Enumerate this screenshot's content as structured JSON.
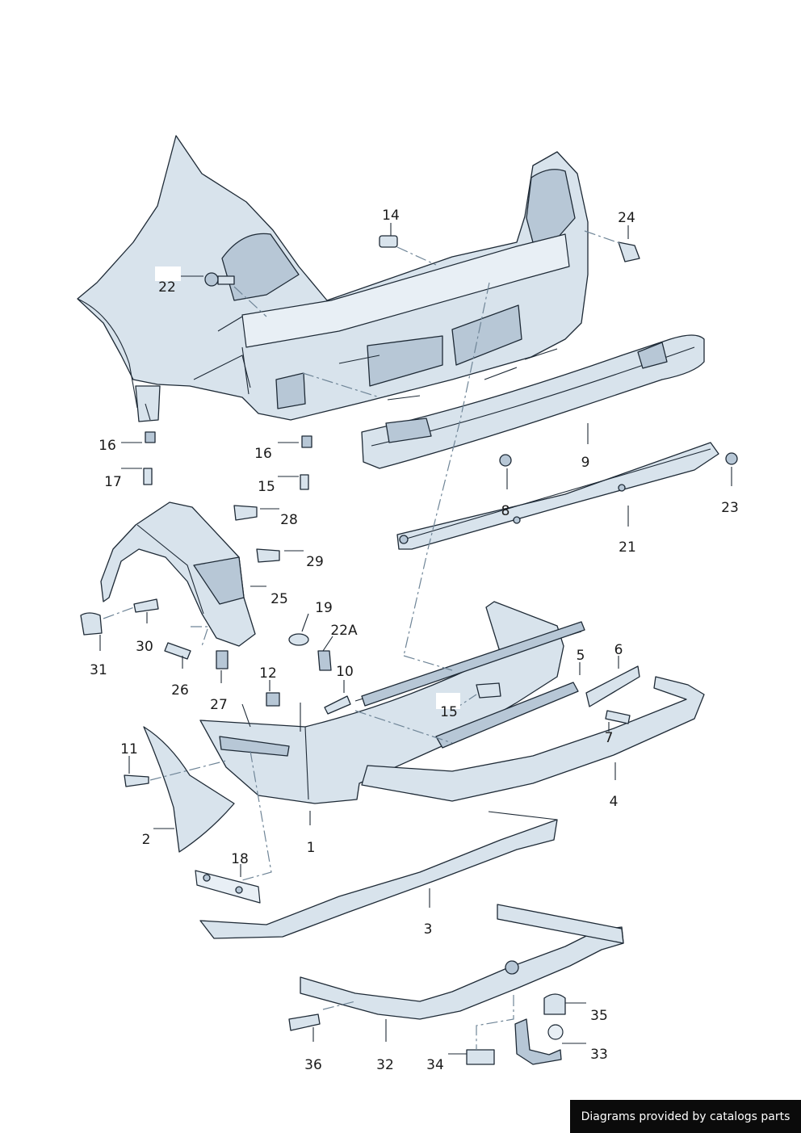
{
  "colors": {
    "part_fill": "#d8e3ec",
    "part_shade": "#b7c7d6",
    "outline": "#1e2a36",
    "footer_bg": "#0b0b0b"
  },
  "footer": {
    "text": "Diagrams provided by catalogs parts"
  },
  "callouts": {
    "c1": "1",
    "c2": "2",
    "c3": "3",
    "c4": "4",
    "c5": "5",
    "c6": "6",
    "c7": "7",
    "c8": "8",
    "c9": "9",
    "c10": "10",
    "c11": "11",
    "c12": "12",
    "c14": "14",
    "c15a": "15",
    "c15b": "15",
    "c16a": "16",
    "c16b": "16",
    "c17": "17",
    "c18": "18",
    "c19": "19",
    "c21": "21",
    "c22": "22",
    "c22a": "22A",
    "c23": "23",
    "c24": "24",
    "c25": "25",
    "c26": "26",
    "c27": "27",
    "c28": "28",
    "c29": "29",
    "c30": "30",
    "c31": "31",
    "c32": "32",
    "c33": "33",
    "c34": "34",
    "c35": "35",
    "c36": "36"
  }
}
